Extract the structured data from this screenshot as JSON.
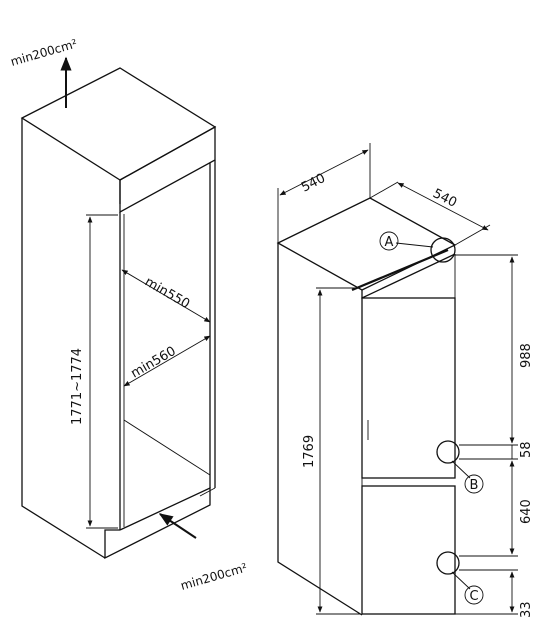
{
  "cabinet": {
    "vent_top_label": "min200cm²",
    "vent_bottom_label": "min200cm²",
    "depth_top_label": "min550",
    "depth_bottom_label": "min560",
    "height_label": "1771~1774"
  },
  "fridge": {
    "width_label": "540",
    "depth_label": "540",
    "total_height_label": "1769",
    "upper_height_label": "988",
    "gap_label": "58",
    "lower_height_label": "640",
    "bottom_label": "33",
    "callout_a": "A",
    "callout_b": "B",
    "callout_c": "C"
  }
}
